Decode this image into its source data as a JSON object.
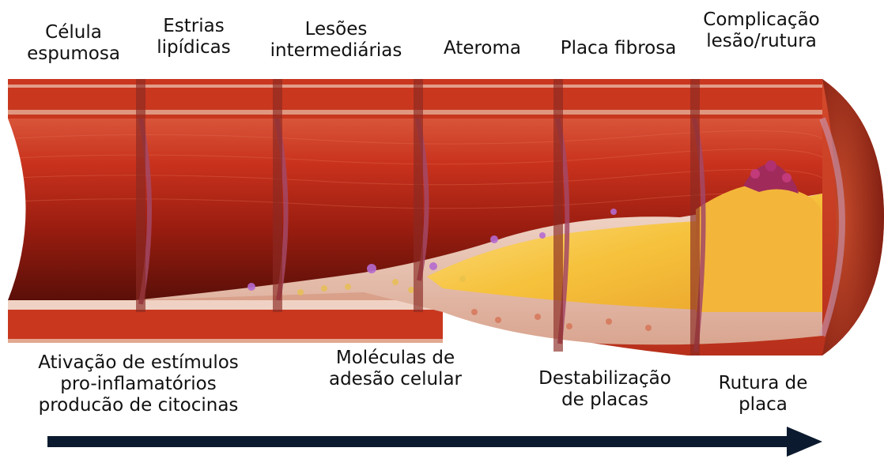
{
  "stages": [
    {
      "line1": "Célula",
      "line2": "espumosa"
    },
    {
      "line1": "Estrias",
      "line2": "lipídicas"
    },
    {
      "line1": "Lesões",
      "line2": "intermediárias"
    },
    {
      "line1": "Ateroma",
      "line2": ""
    },
    {
      "line1": "Placa fibrosa",
      "line2": ""
    },
    {
      "line1": "Complicação",
      "line2": "lesão/rutura"
    }
  ],
  "processes": [
    {
      "lines": [
        "Ativação de estímulos",
        "pro-inflamatórios",
        "producão de citocinas"
      ]
    },
    {
      "lines": [
        "Moléculas de",
        "adesão celular"
      ]
    },
    {
      "lines": [
        "Destabilização",
        "de placas"
      ]
    },
    {
      "lines": [
        "Rutura de",
        "placa"
      ]
    }
  ],
  "colors": {
    "wall": "#c8301c",
    "lumen": "#b8281a",
    "plaque": "#f5c23a",
    "cap": "#f0d6c8",
    "arrow": "#0b1a2e"
  },
  "icons": {
    "progression_arrow": "right-arrow-icon"
  }
}
